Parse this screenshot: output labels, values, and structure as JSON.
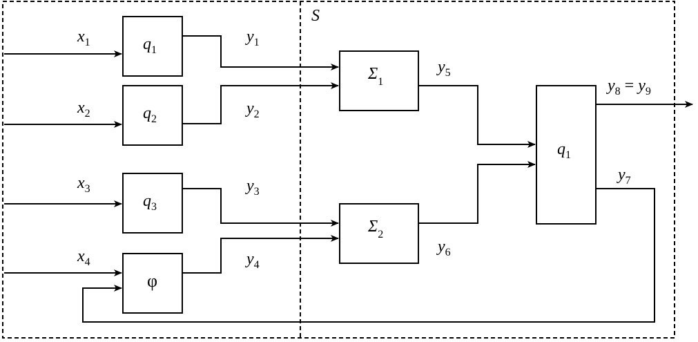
{
  "boundary_label": "S",
  "inputs": [
    {
      "base": "x",
      "sub": "1"
    },
    {
      "base": "x",
      "sub": "2"
    },
    {
      "base": "x",
      "sub": "3"
    },
    {
      "base": "x",
      "sub": "4"
    }
  ],
  "blocks": {
    "q1": {
      "base": "q",
      "sub": "1"
    },
    "q2": {
      "base": "q",
      "sub": "2"
    },
    "q3": {
      "base": "q",
      "sub": "3"
    },
    "phi": {
      "text": "φ"
    },
    "sum1": {
      "base": "Σ",
      "sub": "1"
    },
    "sum2": {
      "base": "Σ",
      "sub": "2"
    },
    "q_out": {
      "base": "q",
      "sub": "1"
    }
  },
  "signals": {
    "y1": {
      "base": "y",
      "sub": "1"
    },
    "y2": {
      "base": "y",
      "sub": "2"
    },
    "y3": {
      "base": "y",
      "sub": "3"
    },
    "y4": {
      "base": "y",
      "sub": "4"
    },
    "y5": {
      "base": "y",
      "sub": "5"
    },
    "y6": {
      "base": "y",
      "sub": "6"
    },
    "y7": {
      "base": "y",
      "sub": "7"
    },
    "output": {
      "left_base": "y",
      "left_sub": "8",
      "eq": " = ",
      "right_base": "y",
      "right_sub": "9"
    }
  }
}
